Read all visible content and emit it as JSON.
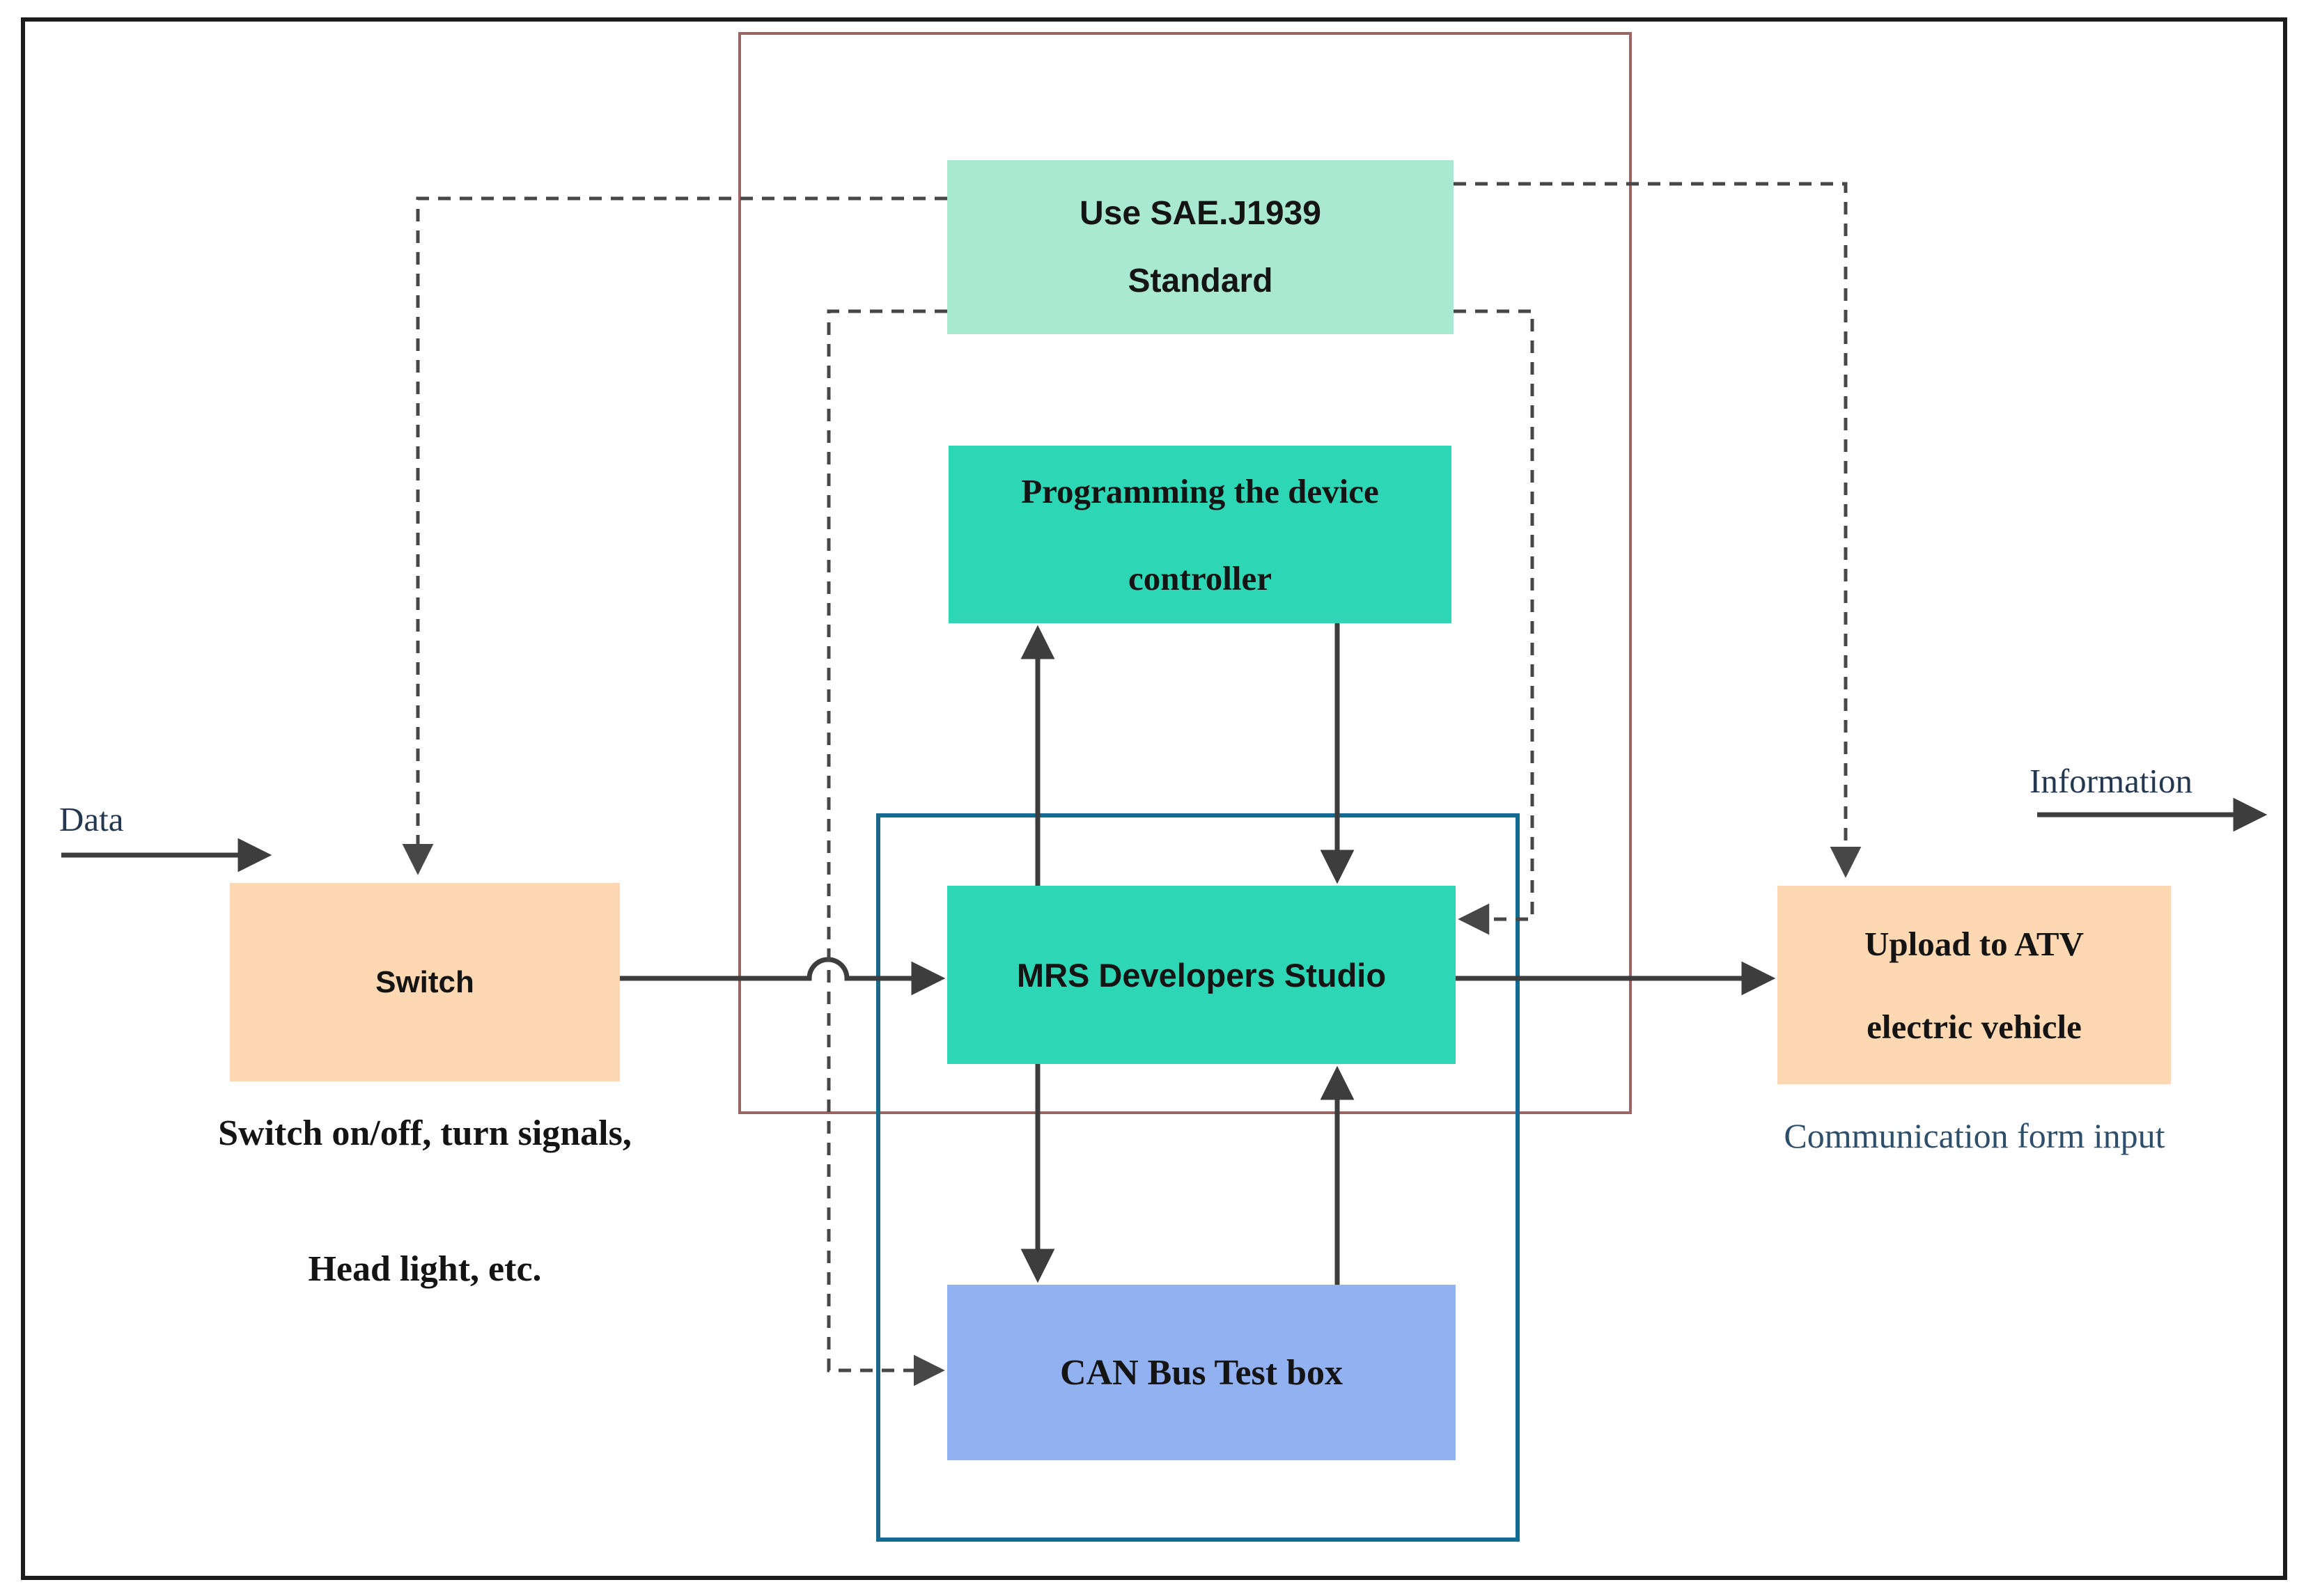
{
  "diagram": {
    "boxes": {
      "standard": {
        "line1": "Use SAE.J1939",
        "line2": "Standard",
        "fill": "#a9e8d1"
      },
      "programming": {
        "line1": "Programming the device",
        "line2": "controller",
        "fill": "#2dd6b5"
      },
      "mrs": {
        "label": "MRS Developers Studio",
        "fill": "#2dd6b5"
      },
      "switch": {
        "label": "Switch",
        "fill": "#fdd8b2"
      },
      "canbus": {
        "label": "CAN Bus Test box",
        "fill": "#92b1f0"
      },
      "upload": {
        "line1": "Upload to ATV",
        "line2": "electric vehicle",
        "fill": "#fdd8b2"
      }
    },
    "labels": {
      "data": "Data",
      "information": "Information",
      "switch_caption_line1": "Switch on/off, turn signals,",
      "switch_caption_line2": "Head light, etc.",
      "upload_caption": "Communication form input"
    },
    "colors": {
      "outer_border": "#1b1b1b",
      "brown_group_border": "#9c6462",
      "blue_group_border": "#176a8e",
      "connector": "#3d3d3d",
      "dashed_connector": "#474747",
      "box_text": "#141414",
      "flow_label_text": "#233750",
      "caption_text": "#2d4f6b"
    }
  }
}
